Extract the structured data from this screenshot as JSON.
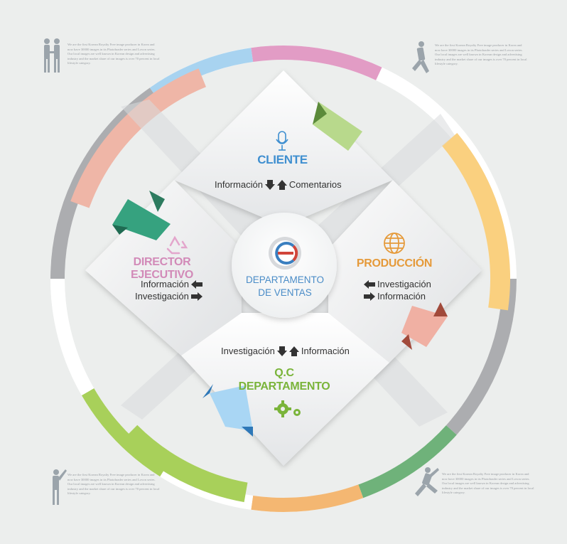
{
  "colors": {
    "background": "#eceeed",
    "ring_gray": "#acadb0",
    "pink": "#e29cc5",
    "light_blue": "#a8d3f0",
    "salmon": "#efb6a7",
    "yellow": "#fad07f",
    "green": "#6fb27a",
    "lime": "#a8d05a",
    "orange": "#f4b772",
    "cliente_blue": "#3f8fd0",
    "director_pink": "#d28ab8",
    "produccion_orange": "#e59a3a",
    "qc_green": "#7ab43a",
    "teal_tab": "#36a27f",
    "center_blue": "#4a8cc7",
    "center_red": "#d1453b"
  },
  "corner_text": "We are the first Korean Royalty Free image producer in Korea and now have 30000 images in its Photobrader series and Lovon series. Our local images are well known in Korean design and advertising industry and the market share of our images is over 70 percent in local lifestyle category.",
  "center": {
    "line1": "DEPARTAMENTO",
    "line2": "DE VENTAS",
    "icon": "logo-icon"
  },
  "panels": {
    "cliente": {
      "title": "CLIENTE",
      "icon": "microphone-icon",
      "left_text": "Información",
      "right_text": "Comentarios"
    },
    "director": {
      "title": "DIRECTOR EJECUTIVO",
      "icon": "recycle-icon",
      "line1": "Información",
      "line2": "Investigación"
    },
    "produccion": {
      "title": "PRODUCCIÓN",
      "icon": "globe-icon",
      "line1": "Investigación",
      "line2": "Información"
    },
    "qc": {
      "title_line1": "Q.C",
      "title_line2": "DEPARTAMENTO",
      "icon": "gears-icon",
      "left_text": "Investigación",
      "right_text": "Información"
    }
  }
}
